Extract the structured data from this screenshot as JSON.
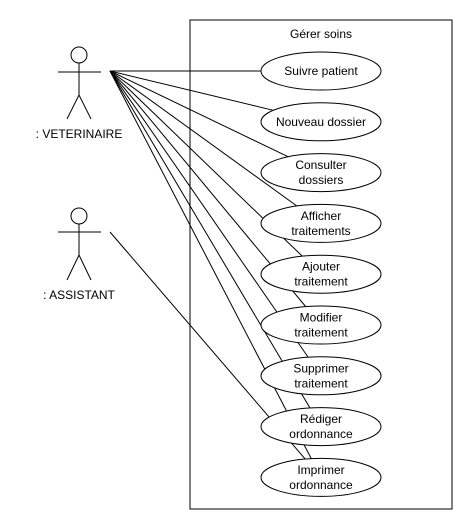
{
  "system": {
    "title": "Gérer soins"
  },
  "actors": [
    {
      "id": "veterinaire",
      "label": ": VETERINAIRE"
    },
    {
      "id": "assistant",
      "label": ": ASSISTANT"
    }
  ],
  "use_cases": [
    {
      "id": "suivre-patient",
      "lines": [
        "Suivre patient"
      ]
    },
    {
      "id": "nouveau-dossier",
      "lines": [
        "Nouveau dossier"
      ]
    },
    {
      "id": "consulter-dossiers",
      "lines": [
        "Consulter",
        "dossiers"
      ]
    },
    {
      "id": "afficher-traitements",
      "lines": [
        "Afficher",
        "traitements"
      ]
    },
    {
      "id": "ajouter-traitement",
      "lines": [
        "Ajouter",
        "traitement"
      ]
    },
    {
      "id": "modifier-traitement",
      "lines": [
        "Modifier",
        "traitement"
      ]
    },
    {
      "id": "supprimer-traitement",
      "lines": [
        "Supprimer",
        "traitement"
      ]
    },
    {
      "id": "rediger-ordonnance",
      "lines": [
        "Rédiger",
        "ordonnance"
      ]
    },
    {
      "id": "imprimer-ordonnance",
      "lines": [
        "Imprimer",
        "ordonnance"
      ]
    }
  ],
  "associations": [
    {
      "actor": "veterinaire",
      "use_case": "suivre-patient"
    },
    {
      "actor": "veterinaire",
      "use_case": "nouveau-dossier"
    },
    {
      "actor": "veterinaire",
      "use_case": "consulter-dossiers"
    },
    {
      "actor": "veterinaire",
      "use_case": "afficher-traitements"
    },
    {
      "actor": "veterinaire",
      "use_case": "ajouter-traitement"
    },
    {
      "actor": "veterinaire",
      "use_case": "modifier-traitement"
    },
    {
      "actor": "veterinaire",
      "use_case": "supprimer-traitement"
    },
    {
      "actor": "veterinaire",
      "use_case": "rediger-ordonnance"
    },
    {
      "actor": "veterinaire",
      "use_case": "imprimer-ordonnance"
    },
    {
      "actor": "assistant",
      "use_case": "imprimer-ordonnance"
    }
  ]
}
